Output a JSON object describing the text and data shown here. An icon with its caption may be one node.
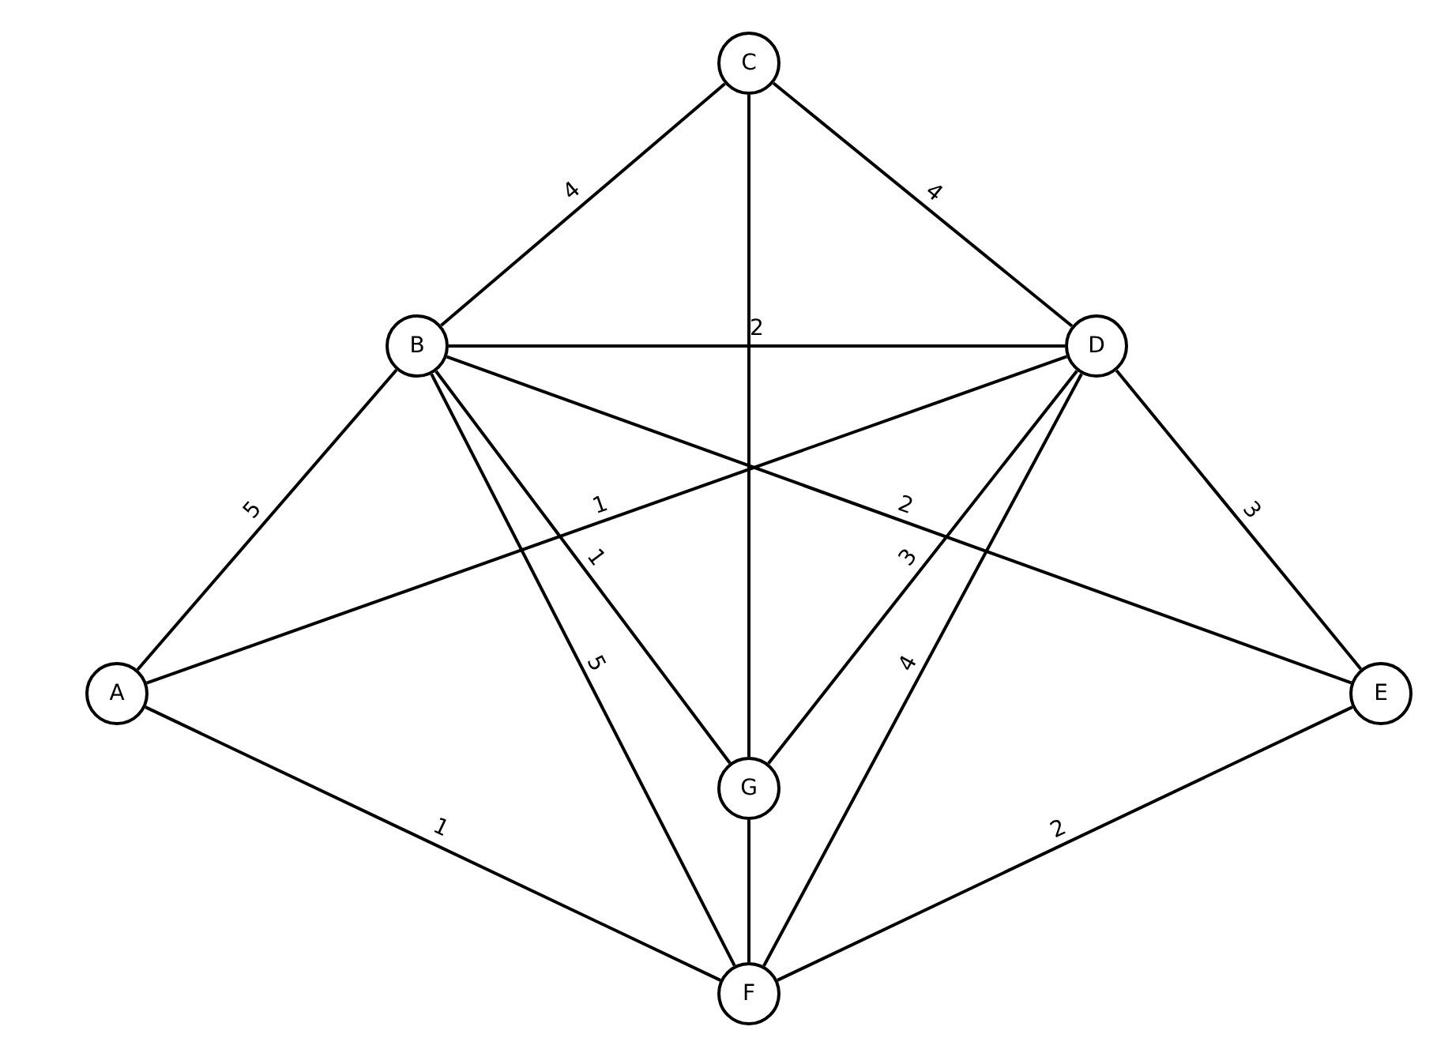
{
  "diagram": {
    "nodes": [
      {
        "text": [
          "C"
        ]
      },
      {
        "text": [
          "B"
        ]
      },
      {
        "text": [
          "D"
        ]
      },
      {
        "text": [
          "A"
        ]
      },
      {
        "text": [
          "E"
        ]
      },
      {
        "text": [
          "G"
        ]
      },
      {
        "text": [
          "F"
        ]
      }
    ],
    "edges": [
      {
        "from": 0,
        "to": 1,
        "arrow": "none",
        "label": "4"
      },
      {
        "from": 0,
        "to": 2,
        "arrow": "none",
        "label": "4"
      },
      {
        "from": 0,
        "to": 5,
        "arrow": "none"
      },
      {
        "from": 1,
        "to": 2,
        "arrow": "none",
        "label": "2"
      },
      {
        "from": 1,
        "to": 3,
        "arrow": "none",
        "label": "5"
      },
      {
        "from": 1,
        "to": 5,
        "arrow": "none",
        "label": "1"
      },
      {
        "from": 1,
        "to": 6,
        "arrow": "none",
        "label": "5"
      },
      {
        "from": 1,
        "to": 4,
        "arrow": "none",
        "label": "2"
      },
      {
        "from": 2,
        "to": 3,
        "arrow": "none",
        "label": "1"
      },
      {
        "from": 2,
        "to": 5,
        "arrow": "none",
        "label": "3"
      },
      {
        "from": 2,
        "to": 6,
        "arrow": "none",
        "label": "4"
      },
      {
        "from": 2,
        "to": 4,
        "arrow": "none",
        "label": "3"
      },
      {
        "from": 3,
        "to": 6,
        "arrow": "none",
        "label": "1"
      },
      {
        "from": 5,
        "to": 6,
        "arrow": "none"
      },
      {
        "from": 6,
        "to": 4,
        "arrow": "none",
        "label": "2"
      }
    ]
  }
}
